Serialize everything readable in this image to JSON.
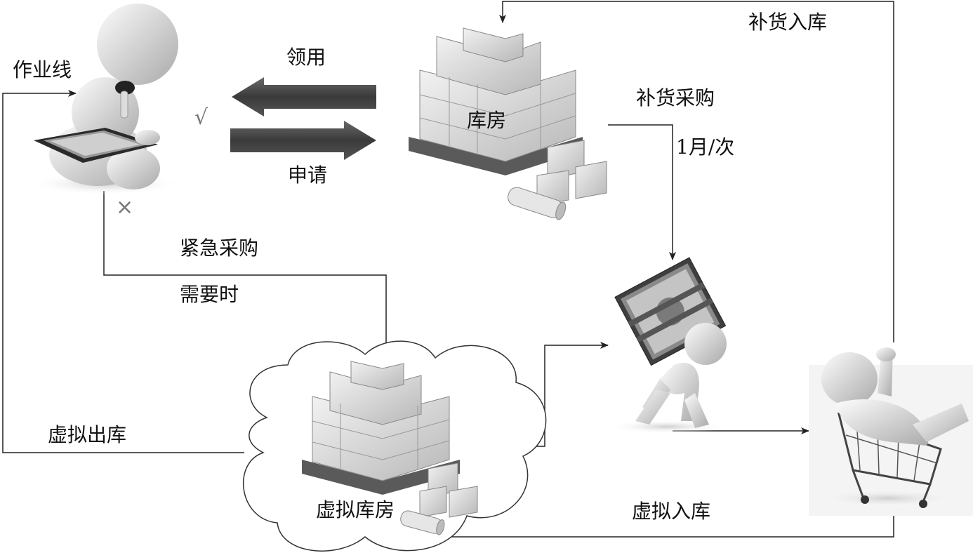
{
  "labels": {
    "production_line": "作业线",
    "collect": "领用",
    "apply": "申请",
    "warehouse": "库房",
    "replenish_purchase": "补货采购",
    "frequency": "1月/次",
    "replenish_stock_in": "补货入库",
    "urgent_purchase": "紧急采购",
    "when_needed": "需要时",
    "virtual_stock_out": "虚拟出库",
    "virtual_warehouse": "虚拟库房",
    "virtual_stock_in": "虚拟入库"
  },
  "marks": {
    "check": "√",
    "cross": "×"
  },
  "figures": {
    "worker": "person-with-tablet",
    "warehouse": "pallet-of-boxes",
    "virtual_warehouse": "pallet-of-boxes-in-cloud",
    "purchaser": "person-carrying-money",
    "shopper": "person-in-shopping-cart"
  }
}
